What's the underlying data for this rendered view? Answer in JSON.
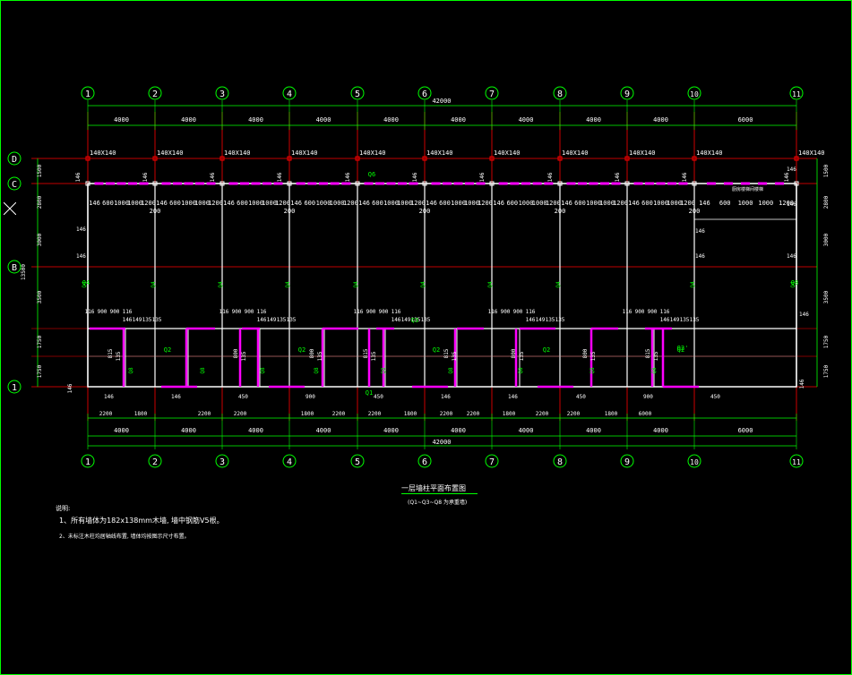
{
  "drawing": {
    "title": "一层墙柱平面布置图",
    "subtitle": "(Q1~Q3~Q8 为承重墙)",
    "notes_heading": "说明:",
    "notes": [
      "1、所有墙体为182x138mm木墙, 墙中钢筋V5根。",
      "2、未标注木柱均居轴线布置, 墙体均按图示尺寸布置。"
    ],
    "side_label": "13500",
    "room_label": "厨房楼梯间楼梯",
    "colors": {
      "axis": "#ff0000",
      "dim": "#00ff00",
      "wall": "#ffffff",
      "beam": "#ff00ff",
      "text": "#ffffff"
    }
  },
  "column_axes": [
    "1",
    "2",
    "3",
    "4",
    "5",
    "6",
    "7",
    "8",
    "9",
    "10",
    "11"
  ],
  "row_axes_top_to_bottom": [
    "D",
    "C",
    "B",
    "1"
  ],
  "top_bays": [
    "4000",
    "4000",
    "4000",
    "4000",
    "4000",
    "4000",
    "4000",
    "4000",
    "4000",
    "6000"
  ],
  "top_total": "42000",
  "bottom_bays": [
    "4000",
    "4000",
    "4000",
    "4000",
    "4000",
    "4000",
    "4000",
    "4000",
    "4000",
    "6000"
  ],
  "bottom_total": "42000",
  "bottom_sub_dims": [
    "2200",
    "1800",
    "2200",
    "2200",
    "1800",
    "2200",
    "2200",
    "1800",
    "2200",
    "2200",
    "1800",
    "2200",
    "2200",
    "1800",
    "6000"
  ],
  "left_dims": [
    "1500",
    "2800",
    "3000",
    "3500",
    "1750",
    "1750"
  ],
  "right_dims": [
    "1500",
    "2800",
    "3000",
    "3500",
    "1750",
    "1750"
  ],
  "column_size_label": "140X140",
  "wall_tags": [
    "Q6",
    "Q2",
    "Q3",
    "Q2",
    "Q1",
    "Q2",
    "Q2",
    "Q2",
    "Q2'",
    "Q4",
    "Q8"
  ],
  "opening_dims_row_c": [
    "146",
    "600",
    "1000",
    "1000",
    "1200",
    "200"
  ],
  "opening_dims_row_b": [
    "116",
    "900",
    "900",
    "116",
    "146",
    "149",
    "135",
    "135"
  ],
  "vertical_dims_lower": [
    "815",
    "800",
    "800",
    "815",
    "135",
    "135"
  ],
  "bottom_row_dims": [
    "146",
    "146",
    "450",
    "900",
    "450"
  ]
}
